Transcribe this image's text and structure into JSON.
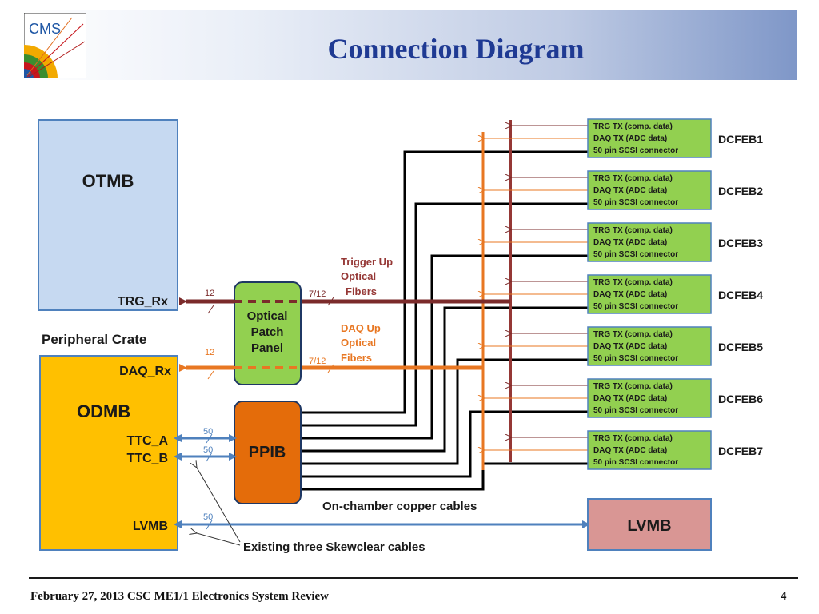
{
  "logo_text": "CMS",
  "title": "Connection  Diagram",
  "boxes": {
    "otmb": "OTMB",
    "trg_rx": "TRG_Rx",
    "peripheral_crate": "Peripheral Crate",
    "daq_rx": "DAQ_Rx",
    "odmb": "ODMB",
    "ttc_a": "TTC_A",
    "ttc_b": "TTC_B",
    "lvmb_left": "LVMB",
    "patch_panel": [
      "Optical",
      "Patch",
      "Panel"
    ],
    "ppib": "PPIB",
    "lvmb_right": "LVMB"
  },
  "labels": {
    "trigger_fibers": [
      "Trigger Up",
      "Optical",
      "Fibers"
    ],
    "daq_fibers": [
      "DAQ Up",
      "Optical",
      "Fibers"
    ],
    "fiber_count_left": "12",
    "fiber_count_right": "7/12",
    "cable_count": "50",
    "copper_cables": "On-chamber copper cables",
    "skewclear_cables": "Existing  three Skewclear cables"
  },
  "dcfebs": [
    {
      "name": "DCFEB1",
      "lines": [
        "TRG TX (comp. data)",
        "DAQ TX (ADC data)",
        "50 pin SCSI connector"
      ]
    },
    {
      "name": "DCFEB2",
      "lines": [
        "TRG TX (comp. data)",
        "DAQ TX (ADC data)",
        "50 pin  SCSI connector"
      ]
    },
    {
      "name": "DCFEB3",
      "lines": [
        "TRG TX (comp. data)",
        "DAQ TX (ADC data)",
        "50 pin  SCSI connector"
      ]
    },
    {
      "name": "DCFEB4",
      "lines": [
        "TRG TX (comp. data)",
        "DAQ TX (ADC data)",
        "50 pin  SCSI connector"
      ]
    },
    {
      "name": "DCFEB5",
      "lines": [
        "TRG TX (comp. data)",
        "DAQ TX (ADC data)",
        "50 pin  SCSI connector"
      ]
    },
    {
      "name": "DCFEB6",
      "lines": [
        "TRG TX (comp. data)",
        "DAQ TX (ADC data)",
        "50 pin  SCSI connector"
      ]
    },
    {
      "name": "DCFEB7",
      "lines": [
        "TRG TX (comp. data)",
        "DAQ TX (ADC data)",
        "50 pin  SCSI connector"
      ]
    }
  ],
  "footer": {
    "text": "February  27, 2013    CSC  ME1/1  Electronics System Review",
    "page": "4"
  },
  "colors": {
    "trigger": "#7b2b2b",
    "daq": "#e87722",
    "skewclear": "#4f81bd",
    "otmb_fill": "#c6d9f1",
    "odmb_fill": "#ffc000",
    "dcfeb_fill": "#92d050",
    "ppib_fill": "#e46c0a",
    "lvmb_fill": "#d99694"
  }
}
